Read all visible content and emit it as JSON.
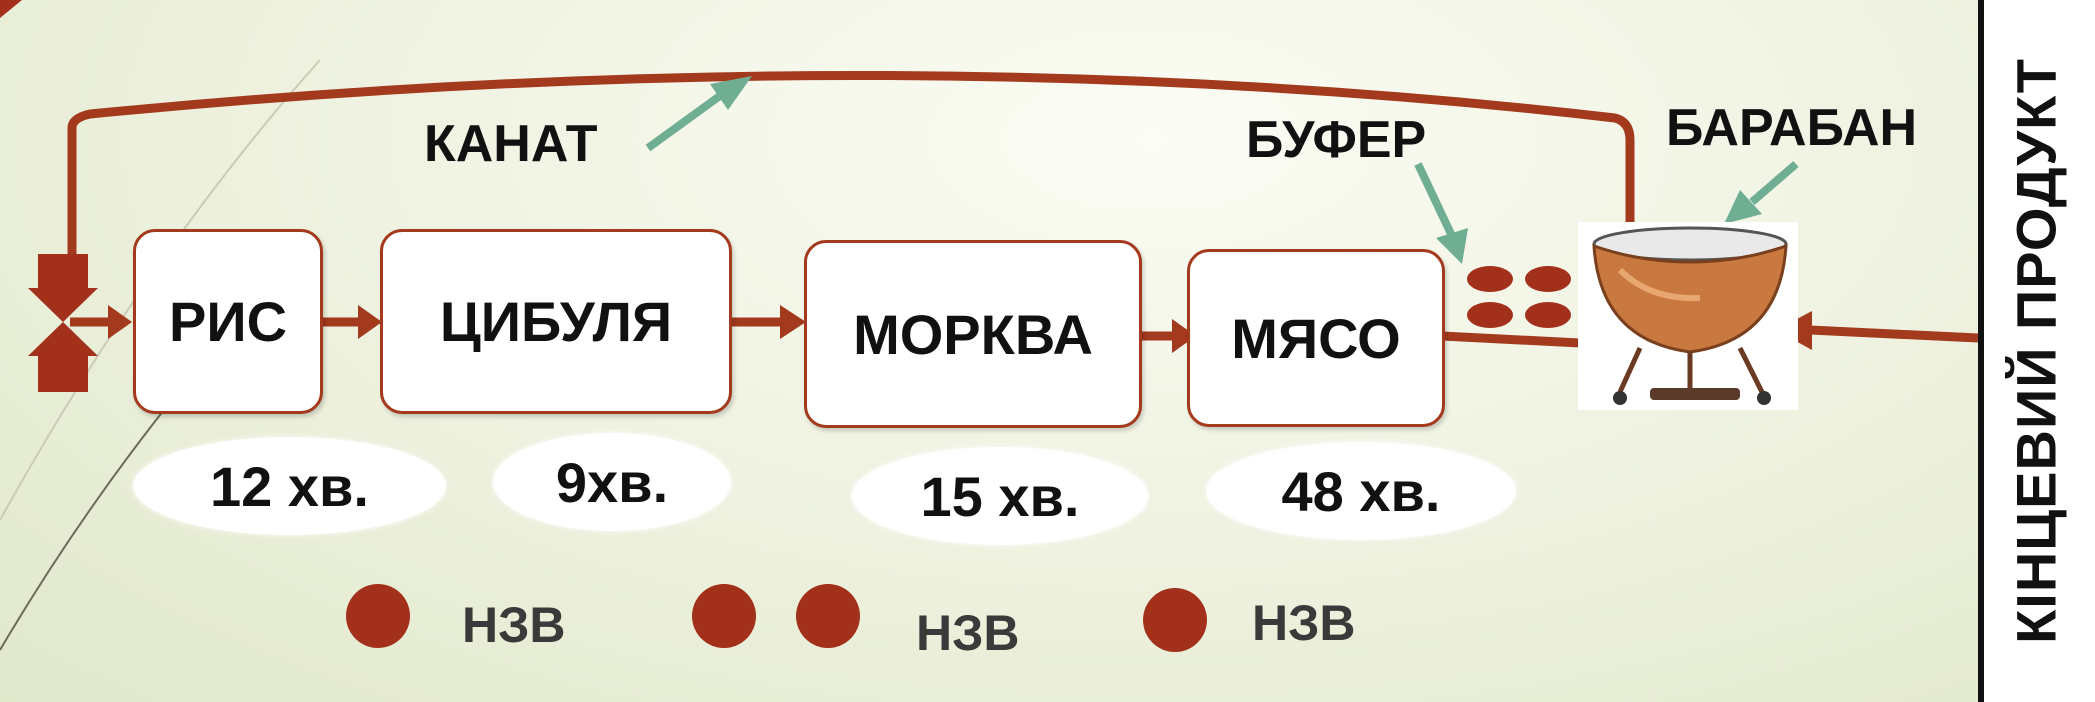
{
  "labels": {
    "rope": "КАНАТ",
    "buffer": "БУФЕР",
    "drum": "БАРАБАН",
    "final_product": "КІНЦЕВИЙ ПРОДУКТ"
  },
  "stages": [
    {
      "name": "РИС",
      "time": "12 хв."
    },
    {
      "name": "ЦИБУЛЯ",
      "time": "9хв."
    },
    {
      "name": "МОРКВА",
      "time": "15 хв."
    },
    {
      "name": "МЯСО",
      "time": "48 хв."
    }
  ],
  "wip": [
    {
      "label": "НЗВ",
      "count": 1
    },
    {
      "label": "НЗВ",
      "count": 2
    },
    {
      "label": "НЗВ",
      "count": 1
    }
  ],
  "buffer_units": 4,
  "colors": {
    "flow": "#a33a1d",
    "pointer": "#6fae93",
    "dot": "#a3301a"
  }
}
